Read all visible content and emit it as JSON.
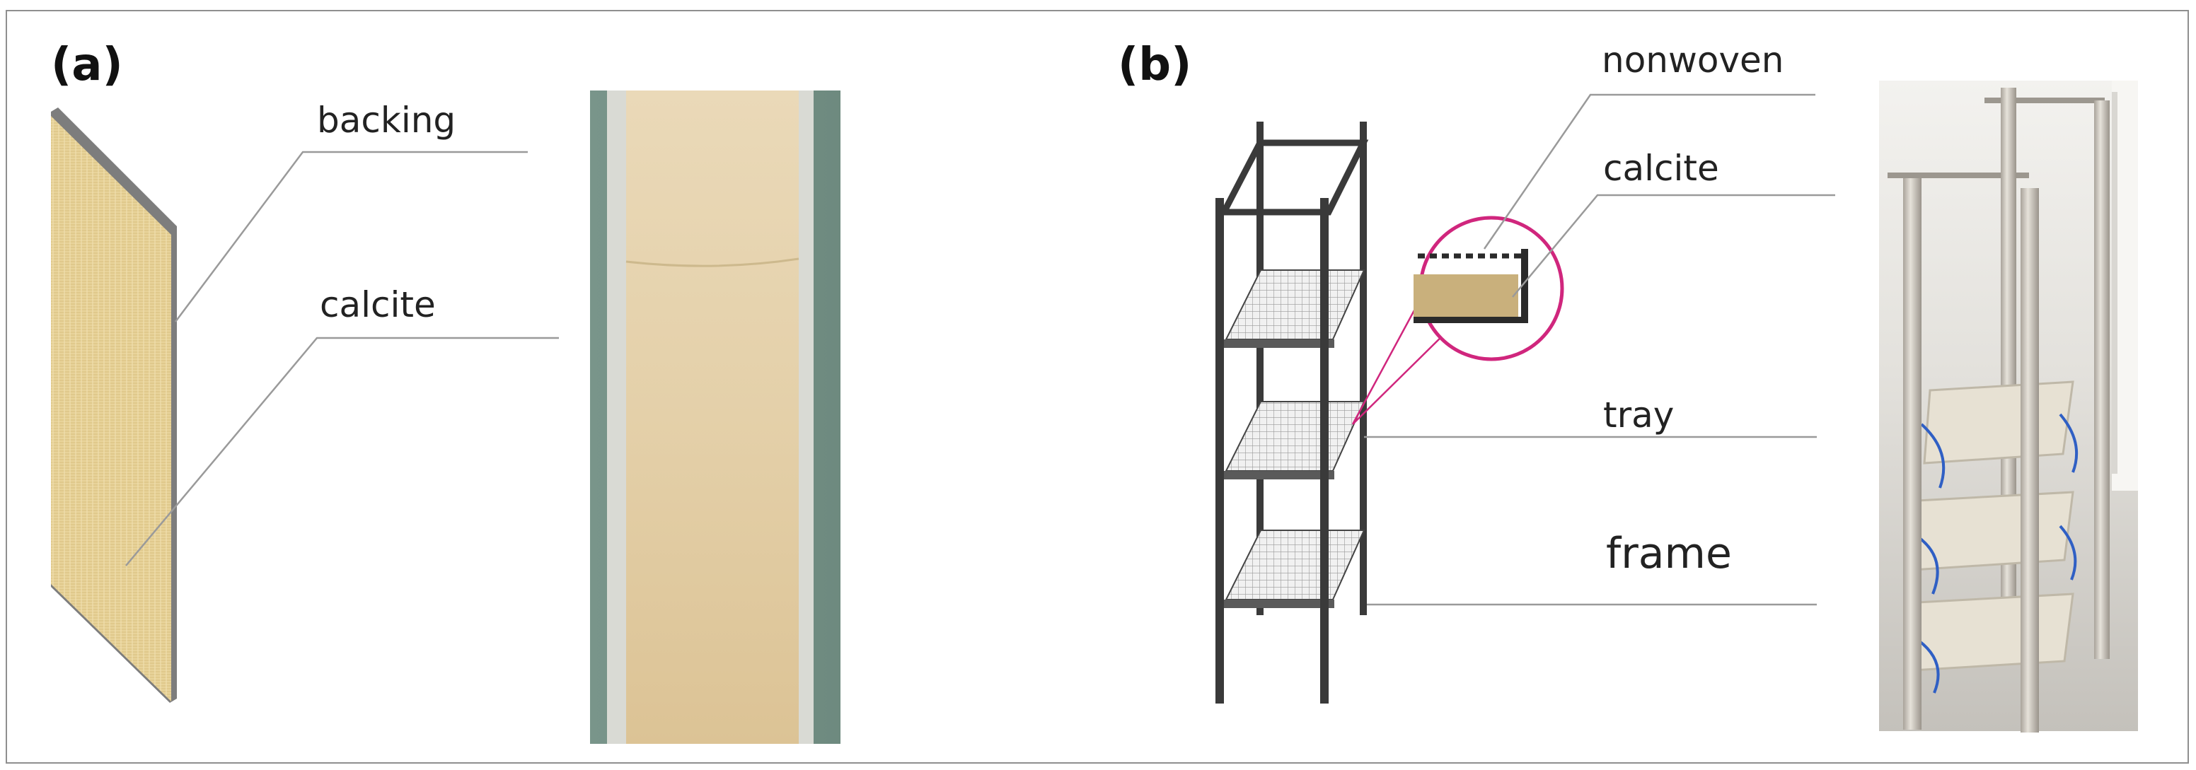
{
  "figure": {
    "panels": [
      {
        "id": "a",
        "label": "(a)",
        "callouts": {
          "backing": "backing",
          "calcite": "calcite"
        }
      },
      {
        "id": "b",
        "label": "(b)",
        "callouts": {
          "nonwoven": "nonwoven",
          "calcite": "calcite",
          "tray": "tray",
          "frame": "frame"
        }
      }
    ],
    "colors": {
      "calcite": "#e8d39a",
      "backing": "#7d7d7d",
      "frame": "#3a3a3a",
      "highlight": "#d0267d",
      "leader": "#9a9a9a"
    }
  }
}
